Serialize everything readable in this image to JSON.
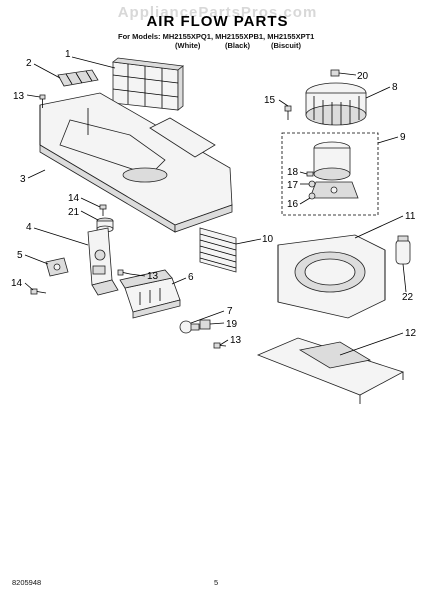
{
  "watermark": "AppliancePartsPros.com",
  "title": "AIR FLOW PARTS",
  "models_line": "For Models: MH2155XPQ1, MH2155XPB1, MH2155XPT1",
  "variants": [
    "(White)",
    "(Black)",
    "(Biscuit)"
  ],
  "callouts": [
    {
      "id": "1",
      "label": "1"
    },
    {
      "id": "2",
      "label": "2"
    },
    {
      "id": "13a",
      "label": "13"
    },
    {
      "id": "3",
      "label": "3"
    },
    {
      "id": "14a",
      "label": "14"
    },
    {
      "id": "21",
      "label": "21"
    },
    {
      "id": "4",
      "label": "4"
    },
    {
      "id": "5",
      "label": "5"
    },
    {
      "id": "14b",
      "label": "14"
    },
    {
      "id": "13b",
      "label": "13"
    },
    {
      "id": "6",
      "label": "6"
    },
    {
      "id": "7",
      "label": "7"
    },
    {
      "id": "19",
      "label": "19"
    },
    {
      "id": "13c",
      "label": "13"
    },
    {
      "id": "10",
      "label": "10"
    },
    {
      "id": "15",
      "label": "15"
    },
    {
      "id": "20",
      "label": "20"
    },
    {
      "id": "8",
      "label": "8"
    },
    {
      "id": "9",
      "label": "9"
    },
    {
      "id": "18",
      "label": "18"
    },
    {
      "id": "17",
      "label": "17"
    },
    {
      "id": "16",
      "label": "16"
    },
    {
      "id": "11",
      "label": "11"
    },
    {
      "id": "22",
      "label": "22"
    },
    {
      "id": "12",
      "label": "12"
    }
  ],
  "footer": {
    "doc_number": "8205948",
    "page": "5"
  }
}
